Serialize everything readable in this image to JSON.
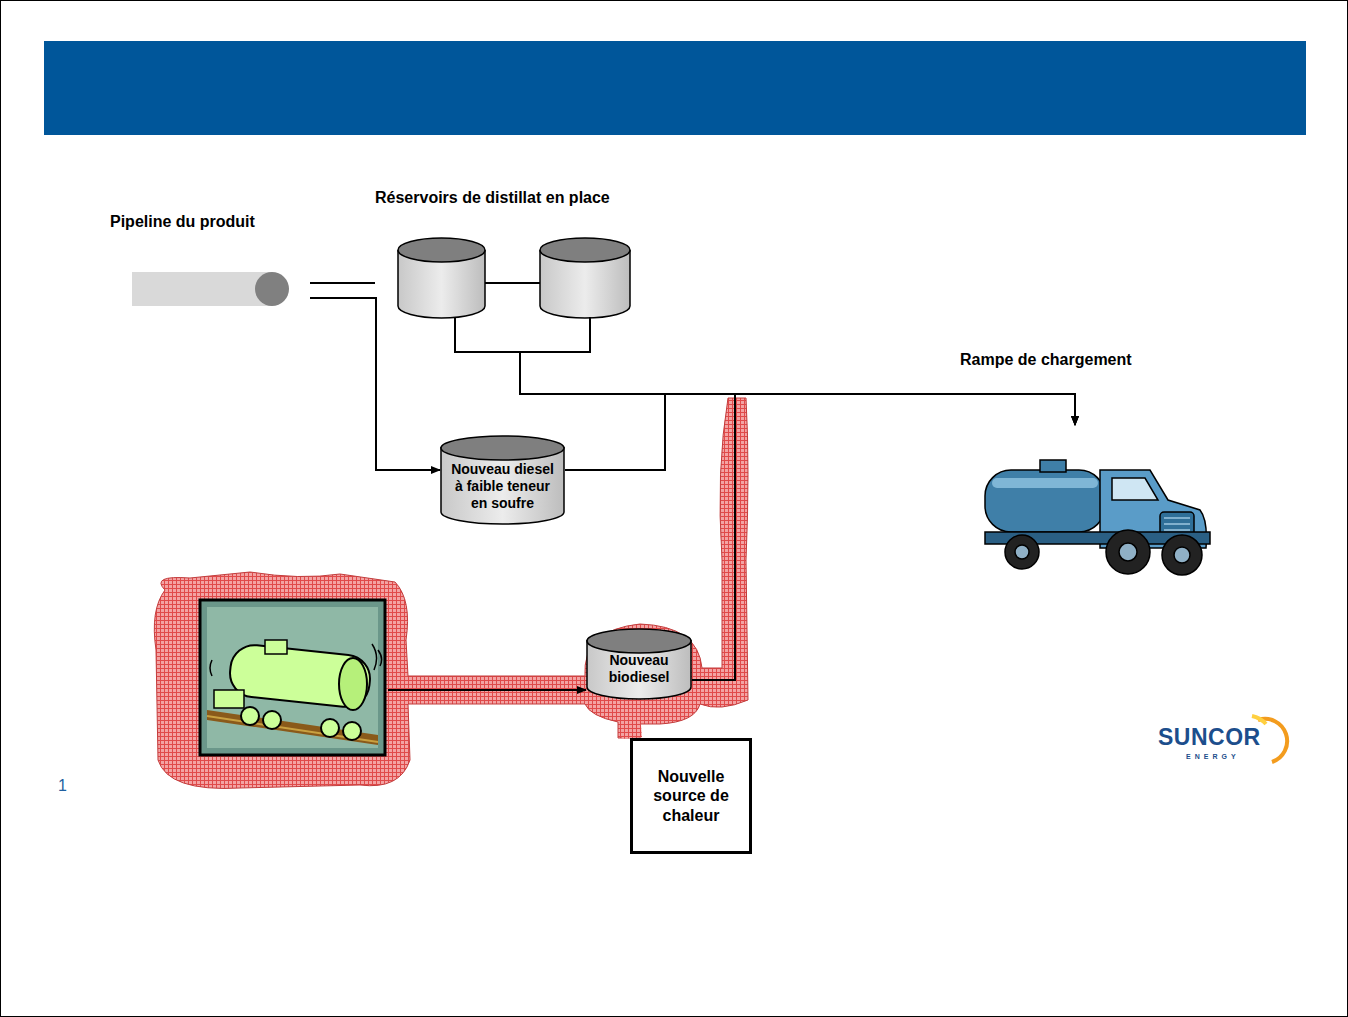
{
  "diagram": {
    "nodes": [
      {
        "text": [
          "Pipeline du produit"
        ]
      },
      {
        "text": [
          "Réservoirs de distillat en place"
        ]
      },
      {
        "text": [
          "Nouveau diesel à faible teneur en soufre"
        ]
      },
      {
        "text": [
          "Nouveau biodiesel"
        ]
      },
      {
        "text": [
          "Nouvelle source de chaleur"
        ]
      },
      {
        "text": [
          "Rampe de chargement"
        ]
      }
    ],
    "edges": [
      {
        "from": 0,
        "to": 1,
        "arrow": "none"
      },
      {
        "from": 0,
        "to": 2,
        "arrow": "to"
      },
      {
        "from": 1,
        "to": 5,
        "arrow": "to"
      },
      {
        "from": 2,
        "to": 5,
        "arrow": "to"
      },
      {
        "from": 3,
        "to": 5,
        "arrow": "to"
      },
      {
        "from": 4,
        "to": 3,
        "arrow": "none"
      }
    ],
    "labels": [
      "1",
      "SUNCOR",
      "ENERGY"
    ]
  }
}
